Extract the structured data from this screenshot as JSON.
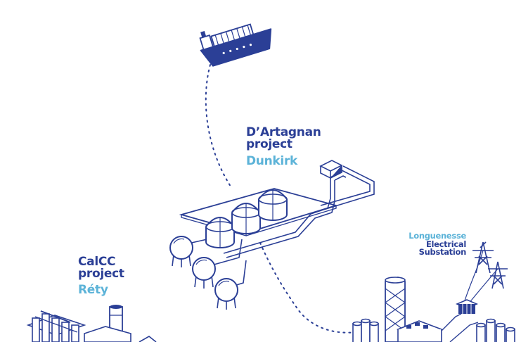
{
  "labels": {
    "dartagnan": {
      "name_line1": "D’Artagnan",
      "name_line2": "project",
      "place": "Dunkirk"
    },
    "calcc": {
      "name_line1": "CalCC",
      "name_line2": "project",
      "place": "Réty"
    },
    "longuenesse": {
      "line1": "Longuenesse",
      "line2": "Electrical",
      "line3": "Substation"
    }
  },
  "colors": {
    "dark_blue": "#2b3f96",
    "light_blue": "#5cb3d8",
    "fill_blue": "#2b3f96",
    "background": "#ffffff"
  }
}
